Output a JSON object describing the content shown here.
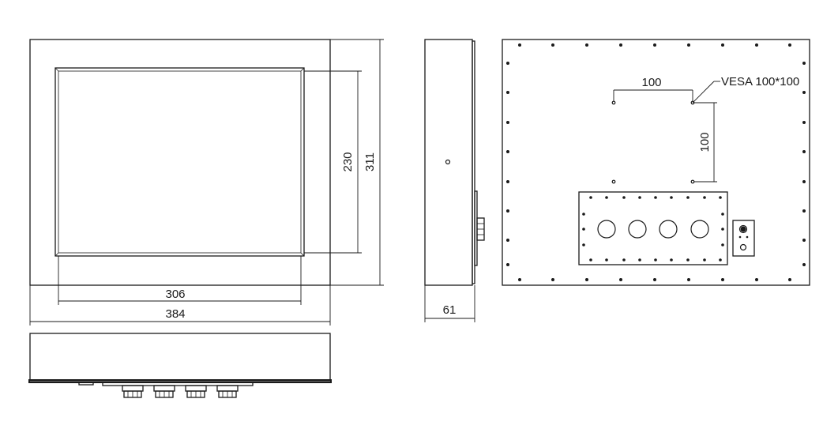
{
  "drawing": {
    "front_view": {
      "dim_display_width": "306",
      "dim_overall_width": "384",
      "dim_display_height": "230",
      "dim_overall_height": "311"
    },
    "side_view": {
      "dim_depth": "61"
    },
    "rear_view": {
      "dim_vesa_horizontal": "100",
      "dim_vesa_vertical": "100",
      "vesa_callout": "VESA 100*100"
    },
    "colors": {
      "line": "#1a1a1a",
      "background": "#ffffff"
    }
  }
}
